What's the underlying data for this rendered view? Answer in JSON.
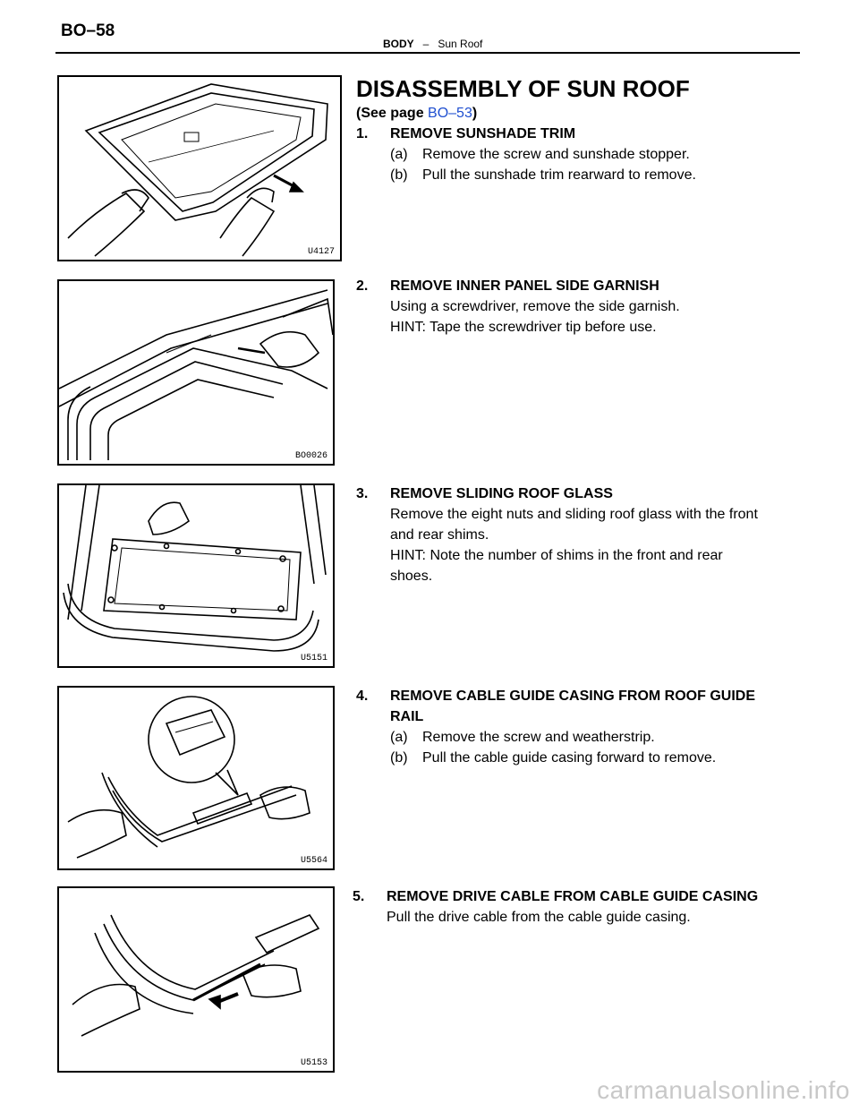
{
  "header": {
    "page_id": "BO–58",
    "section": "BODY",
    "separator": "–",
    "subsection": "Sun Roof"
  },
  "title": "DISASSEMBLY OF SUN ROOF",
  "see_page": {
    "prefix": "(See page ",
    "link": "BO–53",
    "suffix": ")"
  },
  "figures": [
    {
      "code": "U4127",
      "icon": "sunshade-trim-removal-illustration"
    },
    {
      "code": "BO0026",
      "icon": "side-garnish-removal-illustration"
    },
    {
      "code": "U5151",
      "icon": "roof-glass-removal-illustration"
    },
    {
      "code": "U5564",
      "icon": "cable-guide-casing-illustration"
    },
    {
      "code": "U5153",
      "icon": "drive-cable-removal-illustration"
    }
  ],
  "steps": [
    {
      "num": "1.",
      "heading": "REMOVE SUNSHADE TRIM",
      "subs": [
        {
          "label": "(a)",
          "text": "Remove the screw and sunshade stopper."
        },
        {
          "label": "(b)",
          "text": "Pull the sunshade trim rearward to remove."
        }
      ]
    },
    {
      "num": "2.",
      "heading": "REMOVE INNER PANEL SIDE GARNISH",
      "lines": [
        "Using a screwdriver, remove the side garnish.",
        "HINT: Tape the screwdriver tip before use."
      ]
    },
    {
      "num": "3.",
      "heading": "REMOVE SLIDING ROOF GLASS",
      "lines": [
        "Remove the eight nuts and sliding roof glass with the front",
        "and rear shims.",
        "HINT: Note the number of shims in the front and rear",
        "shoes."
      ]
    },
    {
      "num": "4.",
      "heading": "REMOVE CABLE GUIDE CASING FROM ROOF GUIDE",
      "heading_cont": "RAIL",
      "subs": [
        {
          "label": "(a)",
          "text": "Remove the screw and weatherstrip."
        },
        {
          "label": "(b)",
          "text": "Pull the cable guide casing forward to remove."
        }
      ]
    },
    {
      "num": "5.",
      "heading": "REMOVE DRIVE CABLE FROM CABLE GUIDE CASING",
      "lines": [
        "Pull the drive cable from the cable guide casing."
      ]
    }
  ],
  "watermark": "carmanualsonline.info"
}
